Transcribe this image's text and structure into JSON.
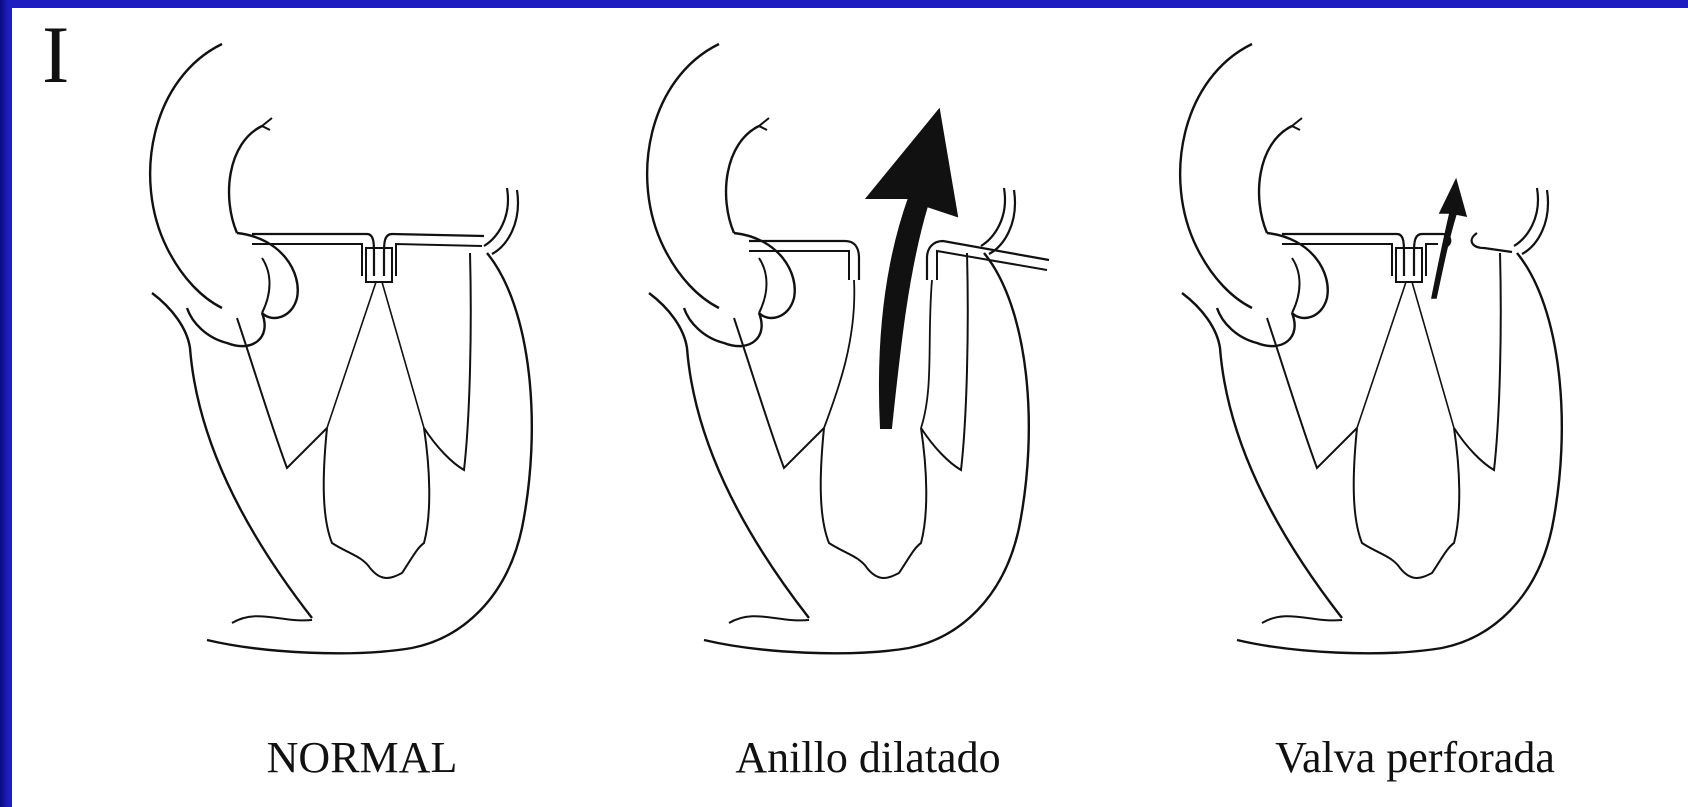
{
  "panel_label": "I",
  "figures": [
    {
      "caption": "NORMAL",
      "arrow": "none"
    },
    {
      "caption": "Anillo dilatado",
      "arrow": "large"
    },
    {
      "caption": "Valva perforada",
      "arrow": "small"
    }
  ],
  "colors": {
    "background": "#1d1dc0",
    "panel": "#ffffff",
    "line": "#111111"
  }
}
